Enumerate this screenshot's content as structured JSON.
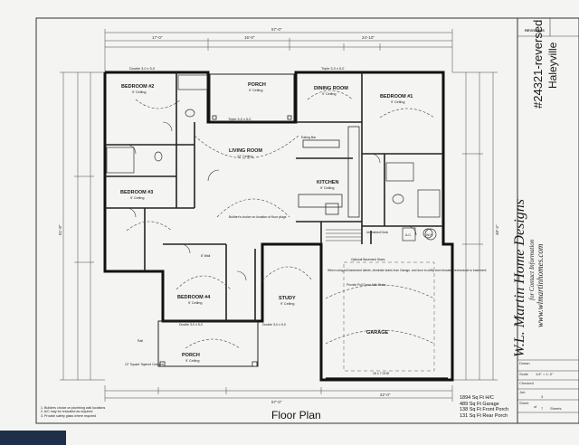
{
  "sheet": {
    "title": "Floor Plan",
    "sqft": [
      "1894 Sq Ft H/C",
      "489 Sq Ft Garage",
      "138 Sq Ft Front Porch",
      "131 Sq Ft Rear Porch"
    ],
    "general_notes": [
      "1. Builders choice on plumbing wall locations",
      "2. A/C may be relocated as required",
      "3. Provide safety glass where required"
    ]
  },
  "title_block": {
    "revisions_label": "REVISIONS",
    "company": "W.L. Martin Home Designs",
    "for_info": "for Contact Information",
    "website": "www.wlmartinhomes.com",
    "plan_name": "#24321-reversed",
    "plan_city": "Haleyville",
    "drawn_label": "Drawn",
    "scale_label": "Scale",
    "scale_value": "1/4\" = 1'-0\"",
    "checked_label": "Checked",
    "job_label": "Job",
    "sheet_label": "Sheet",
    "sheet_value": "3",
    "of_label": "of",
    "of_value": "7",
    "sheets_label": "Sheets"
  },
  "rooms": {
    "bedroom2": {
      "name": "BEDROOM #2",
      "ceiling": "9' Ceiling"
    },
    "bedroom3": {
      "name": "BEDROOM #3",
      "ceiling": "9' Ceiling"
    },
    "bedroom4": {
      "name": "BEDROOM #4",
      "ceiling": "9' Ceiling"
    },
    "bedroom1": {
      "name": "BEDROOM #1",
      "ceiling": "9' Ceiling"
    },
    "porch_rear": {
      "name": "PORCH",
      "ceiling": "9' Ceiling"
    },
    "porch_front": {
      "name": "PORCH",
      "ceiling": "9' Ceiling"
    },
    "dining": {
      "name": "DINING ROOM",
      "ceiling": "9' Ceiling"
    },
    "living": {
      "name": "LIVING ROOM",
      "ceiling": "12' Ceiling"
    },
    "kitchen": {
      "name": "KITCHEN",
      "ceiling": "9' Ceiling"
    },
    "study": {
      "name": "STUDY",
      "ceiling": "9' Ceiling"
    },
    "garage": {
      "name": "GARAGE",
      "ceiling": ""
    }
  },
  "notes": {
    "dining_window": "Triple 3-0 x 5-0",
    "bed2_window": "Double 3-0 x 5-0",
    "living_window": "Triple 3-0 x 5-0",
    "builder_stove": "Builder's choice on location of floor plugs",
    "eating_bar": "Eating Bar",
    "garage_note": "When using full basement delete, eliminate stairs from Garage, and door to utility and relocate mechanicals to basement",
    "attic_stairs": "Provide Pull Down Attic Stairs",
    "optional_basement": "Optional Basement Stairs",
    "unfinished": "Unfinished Deck",
    "garage_door": "16 x 7 OHD",
    "front_posts": "12\" Square Tapered Columns",
    "rail": "Rail",
    "mr_wall": "8' Wall",
    "double_bed4": "Double 3-0 x 5-0",
    "double_study": "Double 3-0 x 5-0",
    "ac_label": "A.C.",
    "wh_label": "W.H."
  },
  "dimensions": {
    "overall_top": "57'-0\"",
    "top_left": "17'-0\"",
    "top_mid": "16'-0\"",
    "top_right": "24'-10\"",
    "bottom_overall": "57'-0\"",
    "bottom_right": "22'-0\"",
    "left_overall": "51'-8\"",
    "right_overall": "48'-4\""
  }
}
